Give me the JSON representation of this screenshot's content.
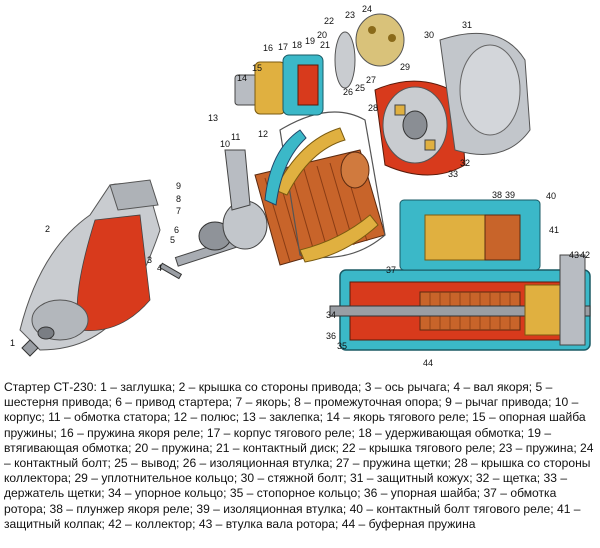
{
  "figure": {
    "callouts": [
      "1",
      "2",
      "3",
      "4",
      "5",
      "6",
      "7",
      "8",
      "9",
      "10",
      "11",
      "12",
      "13",
      "14",
      "15",
      "16",
      "17",
      "18",
      "19",
      "20",
      "21",
      "22",
      "23",
      "24",
      "25",
      "26",
      "27",
      "28",
      "29",
      "30",
      "31",
      "32",
      "33",
      "34",
      "35",
      "36",
      "37",
      "38",
      "39",
      "40",
      "41",
      "42",
      "43",
      "44"
    ],
    "colors": {
      "red": "#d83a1c",
      "cyan": "#3bb8c8",
      "copper": "#c8642a",
      "gold": "#e0b040",
      "steel": "#b8bcc2",
      "dark": "#3a3a3a"
    }
  },
  "caption": "Стартер СТ-230: 1 – заглушка; 2 – крышка со стороны привода; 3 – ось рычага; 4 – вал якоря; 5 – шестерня привода; 6 – привод стартера; 7 – якорь; 8 – промежуточная опора; 9 – рычаг привода; 10 – корпус; 11 – обмотка статора; 12 – полюс; 13 – заклепка; 14 – якорь тягового реле; 15 – опорная шайба пружины; 16 – пружина якоря реле; 17 – корпус тягового реле; 18 – удерживающая обмотка; 19 – втягивающая обмотка; 20 – пружина; 21 – контактный диск; 22 – крышка тягового реле; 23 – пружина; 24 – контактный болт; 25 – вывод; 26 – изоляционная втулка; 27 – пружина щетки; 28 – крышка со стороны коллектора; 29 – уплотнительное кольцо; 30 – стяжной болт; 31 – защитный кожух; 32 – щетка; 33 – держатель щетки; 34 – упорное кольцо; 35 – стопорное кольцо; 36 – упорная шайба; 37 – обмотка ротора; 38 – плунжер якоря реле; 39 – изоляционная втулка; 40 – контактный болт тягового реле; 41 – защитный колпак; 42 – коллектор; 43 – втулка вала ротора; 44 – буферная пружина"
}
